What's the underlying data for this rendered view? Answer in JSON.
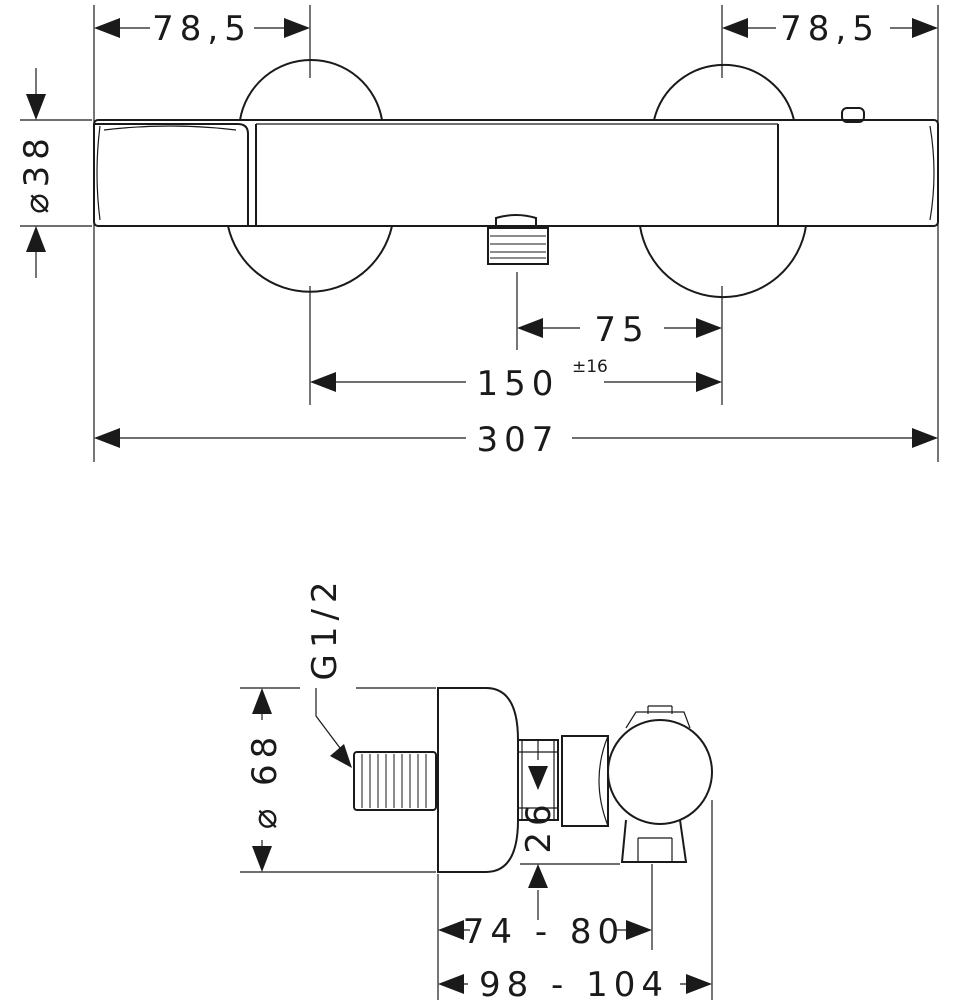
{
  "front_view": {
    "dim_left_offset": "78,5",
    "dim_right_offset": "78,5",
    "dim_diameter": "⌀38",
    "dim_outlet_to_inlet": "75",
    "dim_inlet_spacing": "150",
    "dim_inlet_spacing_tolerance": "±16",
    "dim_overall_length": "307"
  },
  "side_view": {
    "dim_thread": "G1/2",
    "dim_escutcheon_diameter": "⌀ 68",
    "dim_outlet_height": "26",
    "dim_projection_outlet": "74 - 80",
    "dim_projection_total": "98 - 104"
  }
}
